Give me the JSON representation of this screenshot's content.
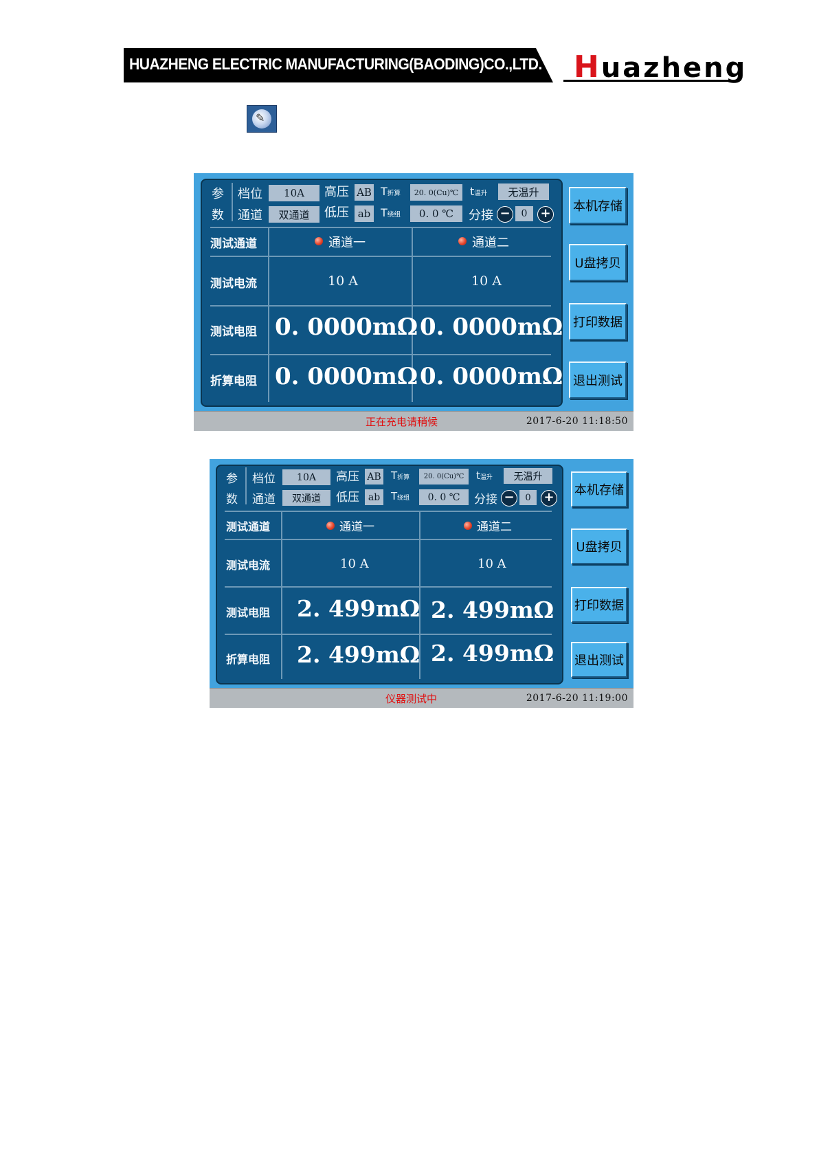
{
  "header": {
    "company": "HUAZHENG ELECTRIC MANUFACTURING(BAODING)CO.,LTD.",
    "brand_initial": "H",
    "brand_rest": "uazheng"
  },
  "screens": [
    {
      "params": {
        "section_label_top": "参",
        "section_label_bottom": "数",
        "tap_label": "档位",
        "tap_value": "10A",
        "channel_label": "通道",
        "channel_value": "双通道",
        "hv_label": "高压",
        "hv_value": "AB",
        "lv_label": "低压",
        "lv_value": "ab",
        "t_conv_label_main": "T",
        "t_conv_label_sub": "折算",
        "t_conv_value": "20. 0(Cu)℃",
        "t_wind_label_main": "T",
        "t_wind_label_sub": "绕组",
        "t_wind_value": "0. 0  ℃",
        "t_rise_label_main": "t",
        "t_rise_label_sub": "温升",
        "t_rise_value": "无温升",
        "tap_changer_label": "分接",
        "tap_changer_value": "0",
        "minus": "−",
        "plus": "+"
      },
      "table": {
        "row_channel": "测试通道",
        "ch1": "通道一",
        "ch2": "通道二",
        "row_current": "测试电流",
        "current1": "10  A",
        "current2": "10  A",
        "row_resistance": "测试电阻",
        "res1": "0. 0000mΩ",
        "res2": "0. 0000mΩ",
        "row_converted": "折算电阻",
        "conv1": "0. 0000mΩ",
        "conv2": "0. 0000mΩ"
      },
      "buttons": [
        "本机存储",
        "U盘拷贝",
        "打印数据",
        "退出测试"
      ],
      "status": {
        "message": "正在充电请稍候",
        "datetime": "2017-6-20   11:18:50"
      }
    },
    {
      "params": {
        "section_label_top": "参",
        "section_label_bottom": "数",
        "tap_label": "档位",
        "tap_value": "10A",
        "channel_label": "通道",
        "channel_value": "双通道",
        "hv_label": "高压",
        "hv_value": "AB",
        "lv_label": "低压",
        "lv_value": "ab",
        "t_conv_label_main": "T",
        "t_conv_label_sub": "折算",
        "t_conv_value": "20. 0(Cu)℃",
        "t_wind_label_main": "T",
        "t_wind_label_sub": "绕组",
        "t_wind_value": "0. 0  ℃",
        "t_rise_label_main": "t",
        "t_rise_label_sub": "温升",
        "t_rise_value": "无温升",
        "tap_changer_label": "分接",
        "tap_changer_value": "0",
        "minus": "−",
        "plus": "+"
      },
      "table": {
        "row_channel": "测试通道",
        "ch1": "通道一",
        "ch2": "通道二",
        "row_current": "测试电流",
        "current1": "10  A",
        "current2": "10  A",
        "row_resistance": "测试电阻",
        "res1": "2. 499mΩ",
        "res2": "2. 499mΩ",
        "row_converted": "折算电阻",
        "conv1": "2. 499mΩ",
        "conv2": "2. 499mΩ"
      },
      "buttons": [
        "本机存储",
        "U盘拷贝",
        "打印数据",
        "退出测试"
      ],
      "status": {
        "message": "仪器测试中",
        "datetime": "2017-6-20   11:19:00"
      }
    }
  ]
}
